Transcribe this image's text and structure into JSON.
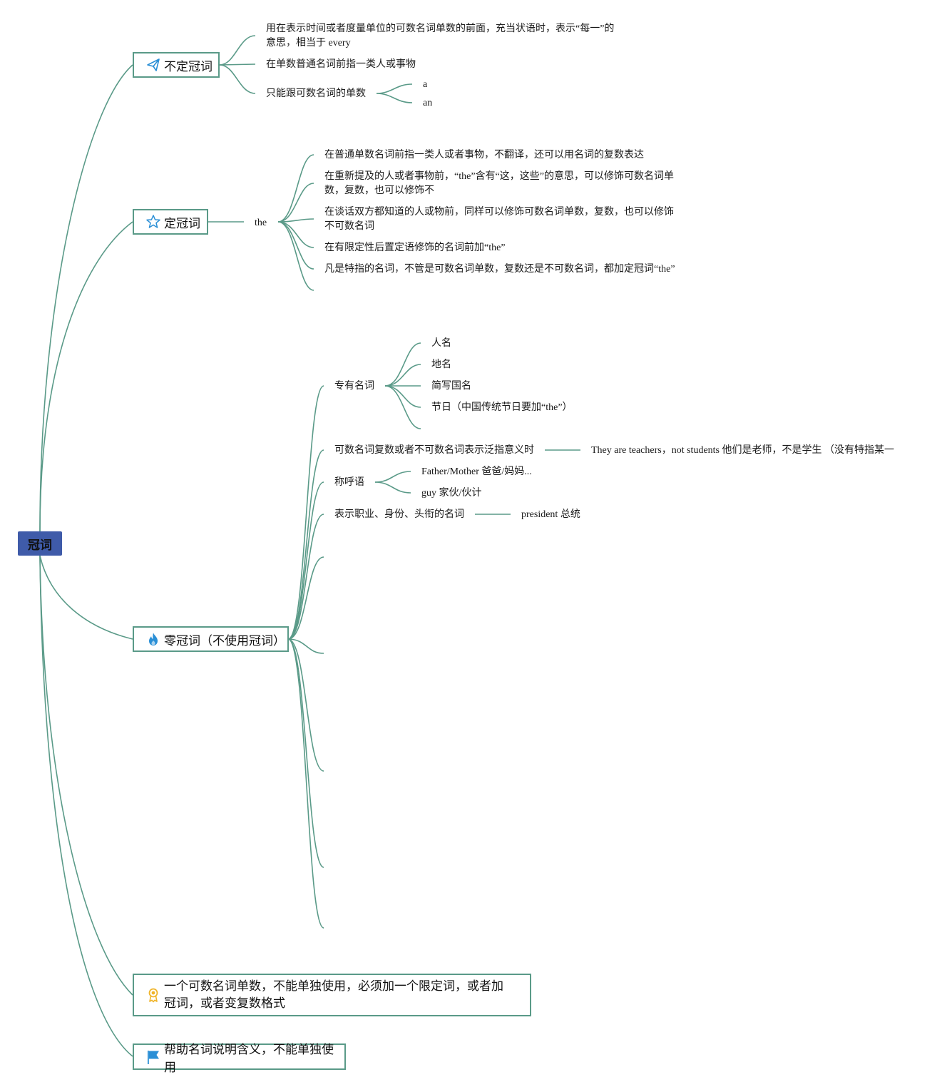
{
  "root": {
    "label": "冠词"
  },
  "indefinite": {
    "label": "不定冠词",
    "icon": "paper-plane-icon",
    "items": [
      "用在表示时间或者度量单位的可数名词单数的前面，充当状语时，表示“每一”的意思，相当于 every",
      "在单数普通名词前指一类人或事物",
      "只能跟可数名词的单数"
    ],
    "sub": [
      "a",
      "an"
    ]
  },
  "definite": {
    "label": "定冠词",
    "icon": "star-icon",
    "word": "the",
    "items": [
      "在普通单数名词前指一类人或者事物，不翻译，还可以用名词的复数表达",
      "在重新提及的人或者事物前，“the”含有“这，这些”的意思，可以修饰可数名词单数，复数，也可以修饰不",
      "在谈话双方都知道的人或物前，同样可以修饰可数名词单数，复数，也可以修饰不可数名词",
      "在有限定性后置定语修饰的名词前加“the”",
      "凡是特指的名词，不管是可数名词单数，复数还是不可数名词，都加定冠词“the”"
    ]
  },
  "zero": {
    "label": "零冠词（不使用冠词）",
    "icon": "fire-icon",
    "proper": {
      "label": "专有名词",
      "items": [
        "人名",
        "地名",
        "简写国名",
        "节日（中国传统节日要加“the”）"
      ]
    },
    "generic": {
      "label": "可数名词复数或者不可数名词表示泛指意义时",
      "example": "They are teachers，not students 他们是老师，不是学生 （没有特指某一"
    },
    "address": {
      "label": "称呼语",
      "items": [
        "Father/Mother 爸爸/妈妈...",
        "guy 家伙/伙计"
      ]
    },
    "title": {
      "label": "表示职业、身份、头衔的名词",
      "example": "president 总统"
    }
  },
  "note1": {
    "label": "一个可数名词单数，不能单独使用，必须加一个限定词，或者加冠词，或者变复数格式",
    "icon": "award-ribbon-icon"
  },
  "note2": {
    "label": "帮助名词说明含义，不能单独使用",
    "icon": "flag-icon"
  },
  "colors": {
    "line": "#5a9a88",
    "root": "#3f5ba9",
    "icon_blue": "#2a8fd6",
    "icon_gold": "#f0b429"
  }
}
